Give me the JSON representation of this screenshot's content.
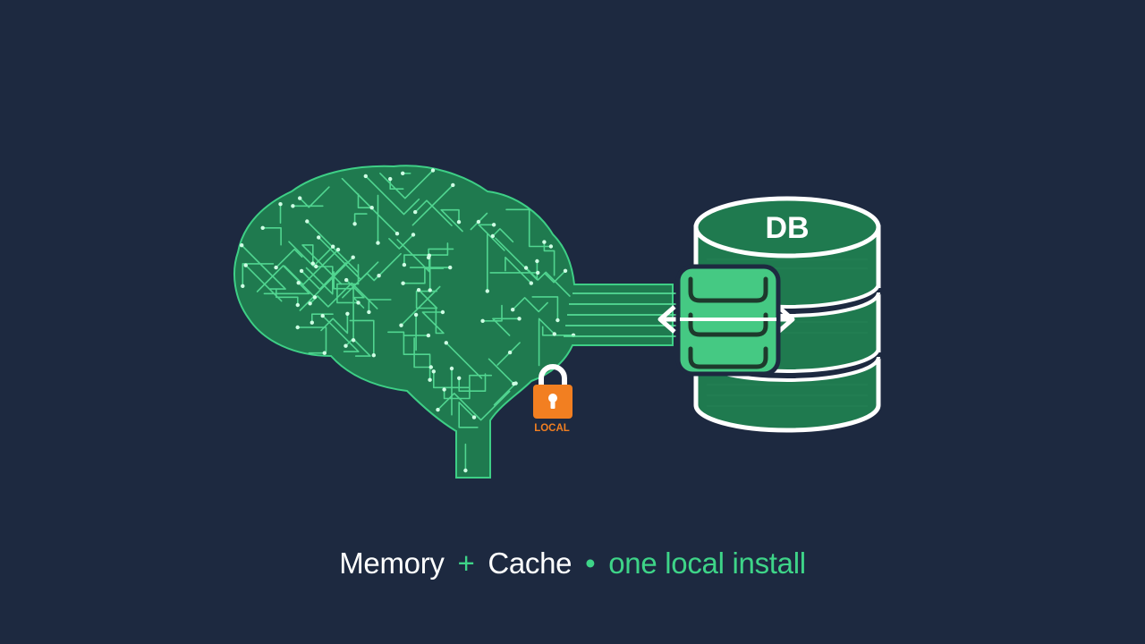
{
  "database": {
    "label": "DB"
  },
  "lock": {
    "label": "LOCAL"
  },
  "caption": {
    "part1": "Memory",
    "plus": "+",
    "part2": "Cache",
    "dot": "•",
    "part3": "one local install"
  },
  "colors": {
    "background": "#1d2940",
    "brain_fill": "#1f7a4f",
    "circuit": "#56e39a",
    "database_fill": "#1f7a4f",
    "cache_fill": "#45c983",
    "lock": "#f27f21",
    "caption_white": "#ffffff",
    "caption_green": "#3ed488"
  },
  "icons": [
    "brain-circuit-icon",
    "lock-icon",
    "database-icon",
    "cache-bidirectional-arrow-icon"
  ]
}
